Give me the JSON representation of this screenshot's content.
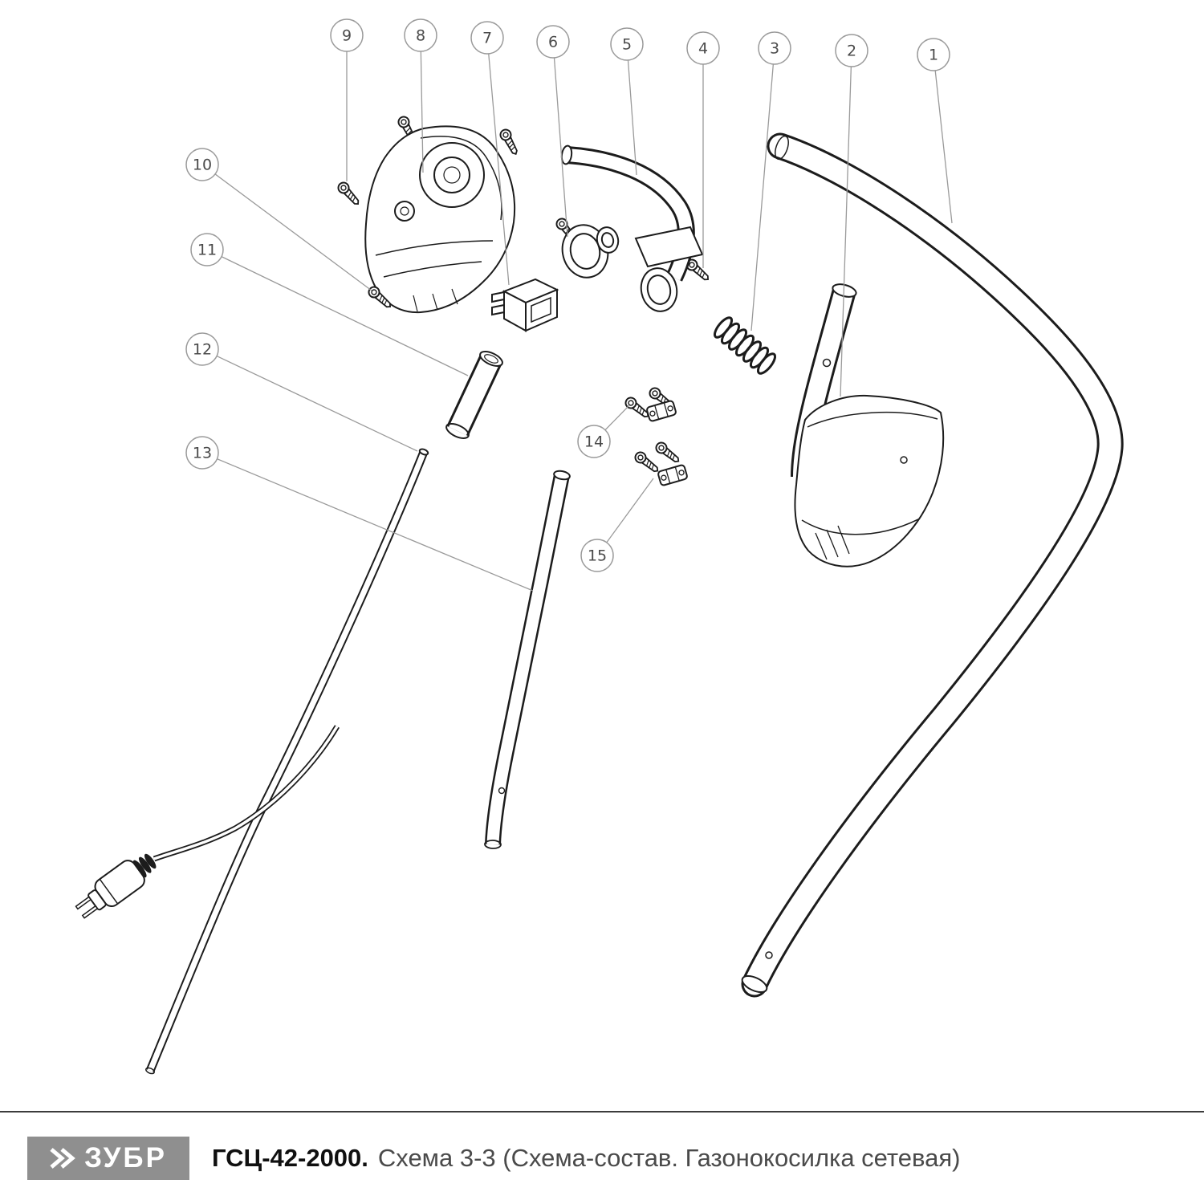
{
  "diagram": {
    "callouts": [
      {
        "label": "1"
      },
      {
        "label": "2"
      },
      {
        "label": "3"
      },
      {
        "label": "4"
      },
      {
        "label": "5"
      },
      {
        "label": "6"
      },
      {
        "label": "7"
      },
      {
        "label": "8"
      },
      {
        "label": "9"
      },
      {
        "label": "10"
      },
      {
        "label": "11"
      },
      {
        "label": "12"
      },
      {
        "label": "13"
      },
      {
        "label": "14"
      },
      {
        "label": "15"
      }
    ]
  },
  "footer": {
    "logo_text": "ЗУБР",
    "model": "ГСЦ-42-2000.",
    "subtitle": "Схема 3-3 (Схема-состав. Газонокосилка сетевая)"
  },
  "colors": {
    "line": "#1c1c1c",
    "callout_gray": "#9a9a9a",
    "logo_background": "#8f8f8f"
  }
}
